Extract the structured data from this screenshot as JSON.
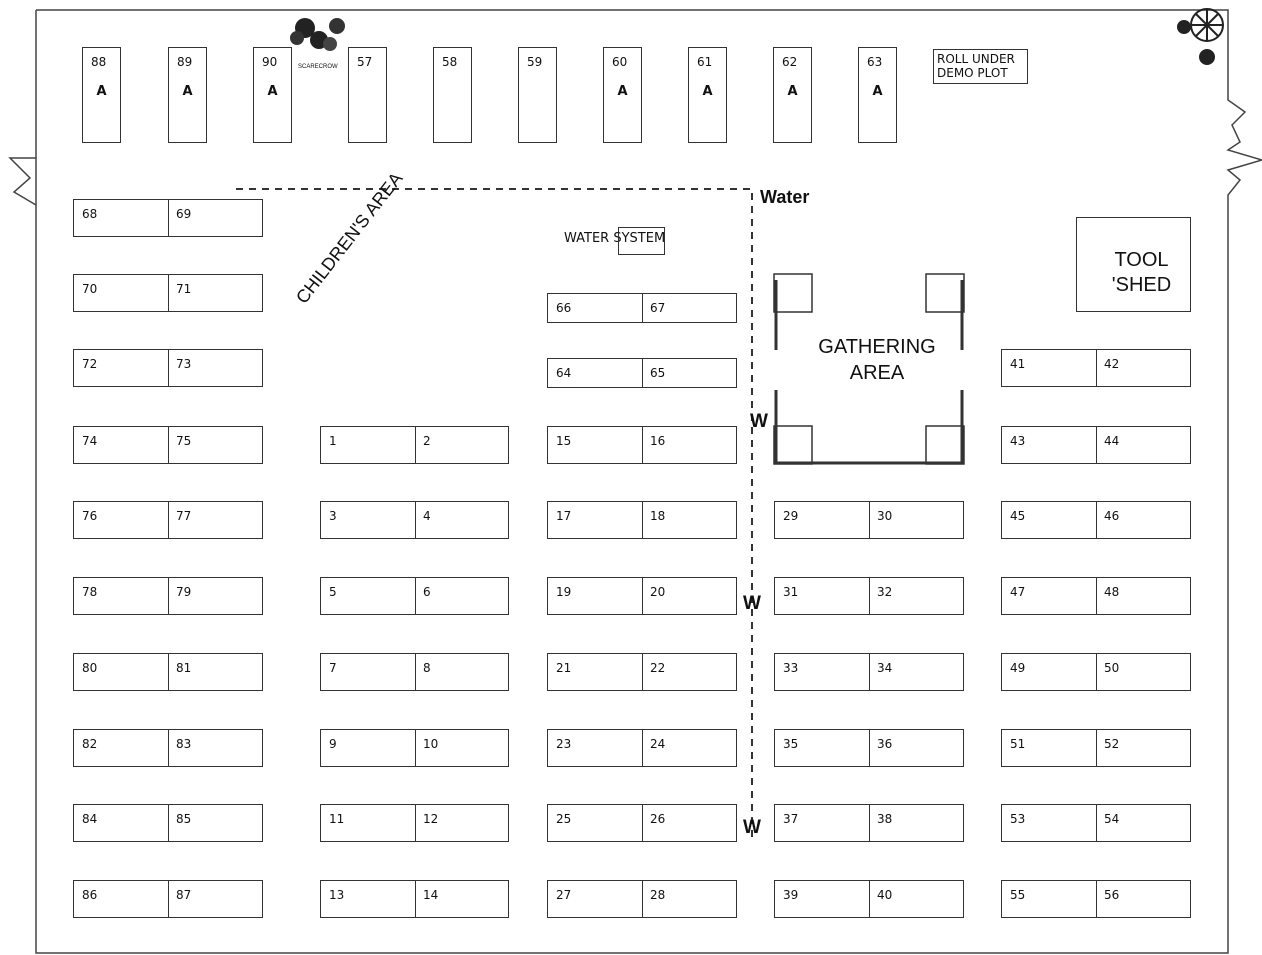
{
  "top_plots": [
    {
      "number": "88",
      "mark": "A"
    },
    {
      "number": "89",
      "mark": "A"
    },
    {
      "number": "90",
      "mark": "A"
    },
    {
      "number": "57",
      "mark": ""
    },
    {
      "number": "58",
      "mark": ""
    },
    {
      "number": "59",
      "mark": ""
    },
    {
      "number": "60",
      "mark": "A"
    },
    {
      "number": "61",
      "mark": "A"
    },
    {
      "number": "62",
      "mark": "A"
    },
    {
      "number": "63",
      "mark": "A"
    }
  ],
  "demo_plot": {
    "line1": "ROLL UNDER",
    "line2": "DEMO PLOT"
  },
  "scarecrow_label": "SCARECROW",
  "water_label": "Water",
  "water_system_label": "WATER SYSTEM",
  "childrens_area_label": "CHILDREN'S AREA",
  "tool_shed": {
    "line1": "TOOL",
    "line2": "'SHED"
  },
  "gathering_area": {
    "line1": "GATHERING",
    "line2": "AREA"
  },
  "water_marks": [
    "W",
    "W",
    "W"
  ],
  "plot_pairs": [
    [
      "68",
      "69"
    ],
    [
      "70",
      "71"
    ],
    [
      "72",
      "73"
    ],
    [
      "74",
      "75"
    ],
    [
      "76",
      "77"
    ],
    [
      "78",
      "79"
    ],
    [
      "80",
      "81"
    ],
    [
      "82",
      "83"
    ],
    [
      "84",
      "85"
    ],
    [
      "86",
      "87"
    ],
    [
      "1",
      "2"
    ],
    [
      "3",
      "4"
    ],
    [
      "5",
      "6"
    ],
    [
      "7",
      "8"
    ],
    [
      "9",
      "10"
    ],
    [
      "11",
      "12"
    ],
    [
      "13",
      "14"
    ],
    [
      "66",
      "67"
    ],
    [
      "64",
      "65"
    ],
    [
      "15",
      "16"
    ],
    [
      "17",
      "18"
    ],
    [
      "19",
      "20"
    ],
    [
      "21",
      "22"
    ],
    [
      "23",
      "24"
    ],
    [
      "25",
      "26"
    ],
    [
      "27",
      "28"
    ],
    [
      "29",
      "30"
    ],
    [
      "31",
      "32"
    ],
    [
      "33",
      "34"
    ],
    [
      "35",
      "36"
    ],
    [
      "37",
      "38"
    ],
    [
      "39",
      "40"
    ],
    [
      "41",
      "42"
    ],
    [
      "43",
      "44"
    ],
    [
      "45",
      "46"
    ],
    [
      "47",
      "48"
    ],
    [
      "49",
      "50"
    ],
    [
      "51",
      "52"
    ],
    [
      "53",
      "54"
    ],
    [
      "55",
      "56"
    ]
  ]
}
